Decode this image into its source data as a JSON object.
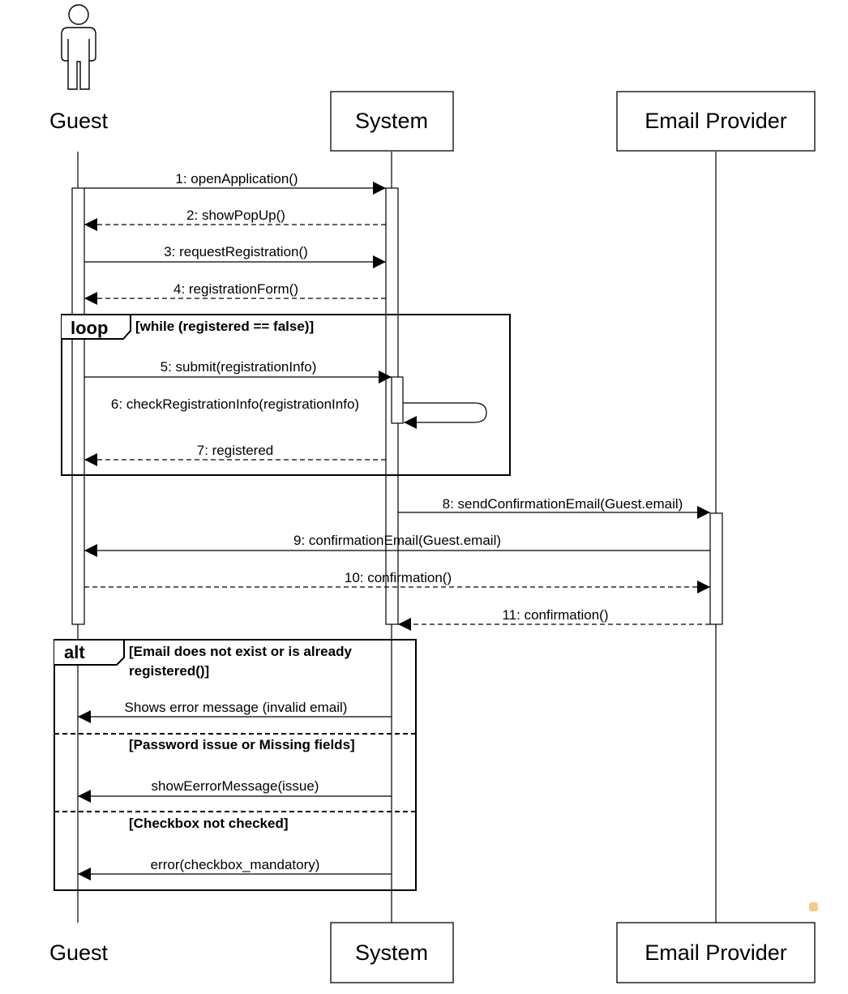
{
  "participants": {
    "guest": "Guest",
    "system": "System",
    "email_provider": "Email Provider"
  },
  "messages": [
    {
      "label": "1: openApplication()",
      "kind": "sync"
    },
    {
      "label": "2: showPopUp()",
      "kind": "return"
    },
    {
      "label": "3: requestRegistration()",
      "kind": "sync"
    },
    {
      "label": "4: registrationForm()",
      "kind": "return"
    },
    {
      "label": "5: submit(registrationInfo)",
      "kind": "sync"
    },
    {
      "label": "6: checkRegistrationInfo(registrationInfo)",
      "kind": "self"
    },
    {
      "label": "7: registered",
      "kind": "return"
    },
    {
      "label": "8: sendConfirmationEmail(Guest.email)",
      "kind": "sync"
    },
    {
      "label": "9: confirmationEmail(Guest.email)",
      "kind": "sync"
    },
    {
      "label": "10: confirmation()",
      "kind": "return"
    },
    {
      "label": "11: confirmation()",
      "kind": "return"
    },
    {
      "label": "Shows error message (invalid email)",
      "kind": "sync"
    },
    {
      "label": "showEerrorMessage(issue)",
      "kind": "sync"
    },
    {
      "label": "error(checkbox_mandatory)",
      "kind": "sync"
    }
  ],
  "loop_frame": {
    "tag": "loop",
    "guard": "[while (registered == false)]"
  },
  "alt_frame": {
    "tag": "alt",
    "guard_1_line_1": "[Email does not exist or is already",
    "guard_1_line_2": "registered()]",
    "guard_2": "[Password issue or Missing fields]",
    "guard_3": "[Checkbox not checked]"
  },
  "colors": {
    "line": "#000000",
    "background": "#ffffff",
    "note_dot": "#f4c98a"
  },
  "icons": {
    "guest_actor": "stick-figure-icon"
  }
}
